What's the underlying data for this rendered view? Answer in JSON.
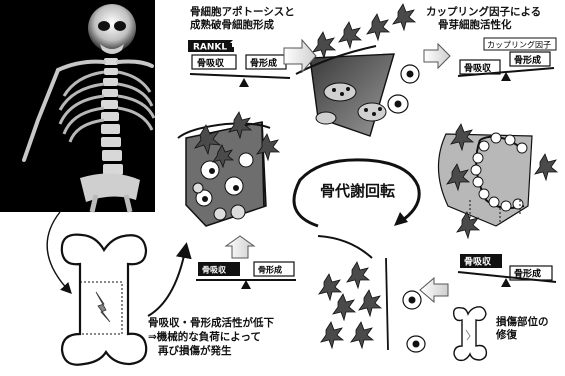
{
  "captions": {
    "apoptosis_line1": "骨細胞アポトーシスと",
    "apoptosis_line2": "成熟破骨細胞形成",
    "coupling_line1": "カップリング因子による",
    "coupling_line2": "骨芽細胞活性化",
    "decline_line1": "骨吸収・骨形成活性が低下",
    "decline_line2": "⇒機械的な負荷によって",
    "decline_line3": "再び損傷が発生",
    "repair_line1": "損傷部位の",
    "repair_line2": "修復"
  },
  "center": {
    "title": "骨代謝回転"
  },
  "tags": {
    "rankl": "RANKL",
    "coupling_factor": "カップリング因子"
  },
  "balances": {
    "top_left": {
      "resorption": "骨吸収",
      "formation": "骨形成"
    },
    "top_right": {
      "resorption": "骨吸収",
      "formation": "骨形成"
    },
    "mid_left": {
      "resorption": "骨吸収",
      "formation": "骨形成"
    },
    "bottom_right": {
      "resorption": "骨吸収",
      "formation": "骨形成"
    }
  },
  "colors": {
    "ink": "#111111",
    "fill_dark": "#555555",
    "fill_mid": "#8a8a8a",
    "fill_light": "#d6d6d6"
  }
}
